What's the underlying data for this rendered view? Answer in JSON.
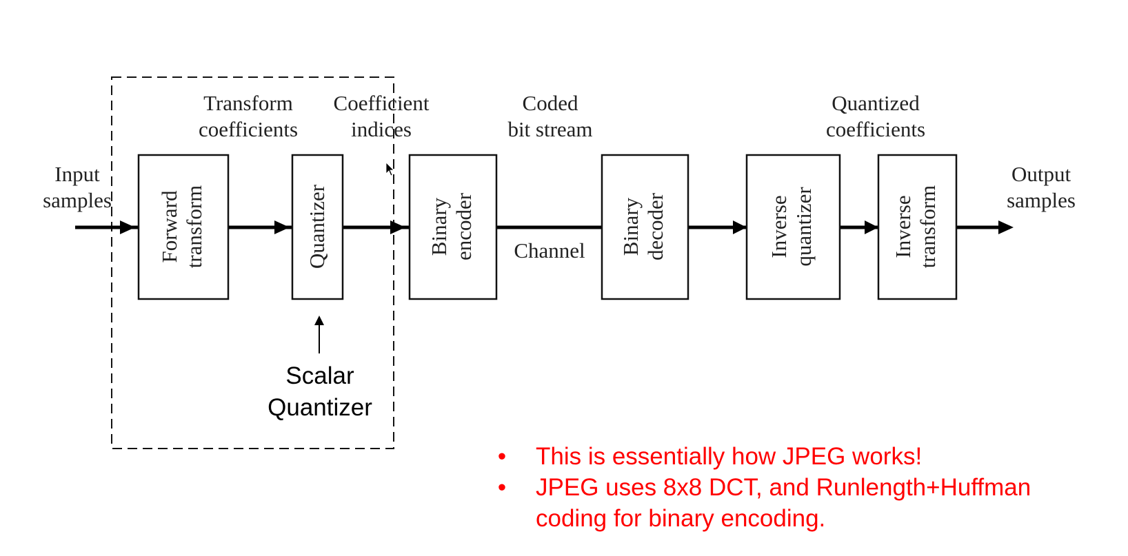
{
  "diagram": {
    "title": "Transform coding block diagram",
    "input_label": [
      "Input",
      "samples"
    ],
    "output_label": [
      "Output",
      "samples"
    ],
    "blocks": [
      {
        "id": "forward-transform",
        "lines": [
          "Forward",
          "transform"
        ]
      },
      {
        "id": "quantizer",
        "lines": [
          "Quantizer"
        ]
      },
      {
        "id": "binary-encoder",
        "lines": [
          "Binary",
          "encoder"
        ]
      },
      {
        "id": "binary-decoder",
        "lines": [
          "Binary",
          "decoder"
        ]
      },
      {
        "id": "inverse-quantizer",
        "lines": [
          "Inverse",
          "quantizer"
        ]
      },
      {
        "id": "inverse-transform",
        "lines": [
          "Inverse",
          "transform"
        ]
      }
    ],
    "edge_labels": {
      "transform_coefficients": [
        "Transform",
        "coefficients"
      ],
      "coefficient_indices": [
        "Coefficient",
        "indices"
      ],
      "coded_bit_stream": [
        "Coded",
        "bit stream"
      ],
      "channel": "Channel",
      "quantized_coefficients": [
        "Quantized",
        "coefficients"
      ]
    },
    "annotation": {
      "label": [
        "Scalar",
        "Quantizer"
      ],
      "highlight": "dashed box around Forward transform and Quantizer"
    }
  },
  "notes": {
    "color": "#ff0000",
    "bullet_symbol": "•",
    "items": [
      "This is essentially how JPEG works!",
      "JPEG uses 8x8 DCT, and Runlength+Huffman coding for binary encoding."
    ]
  }
}
